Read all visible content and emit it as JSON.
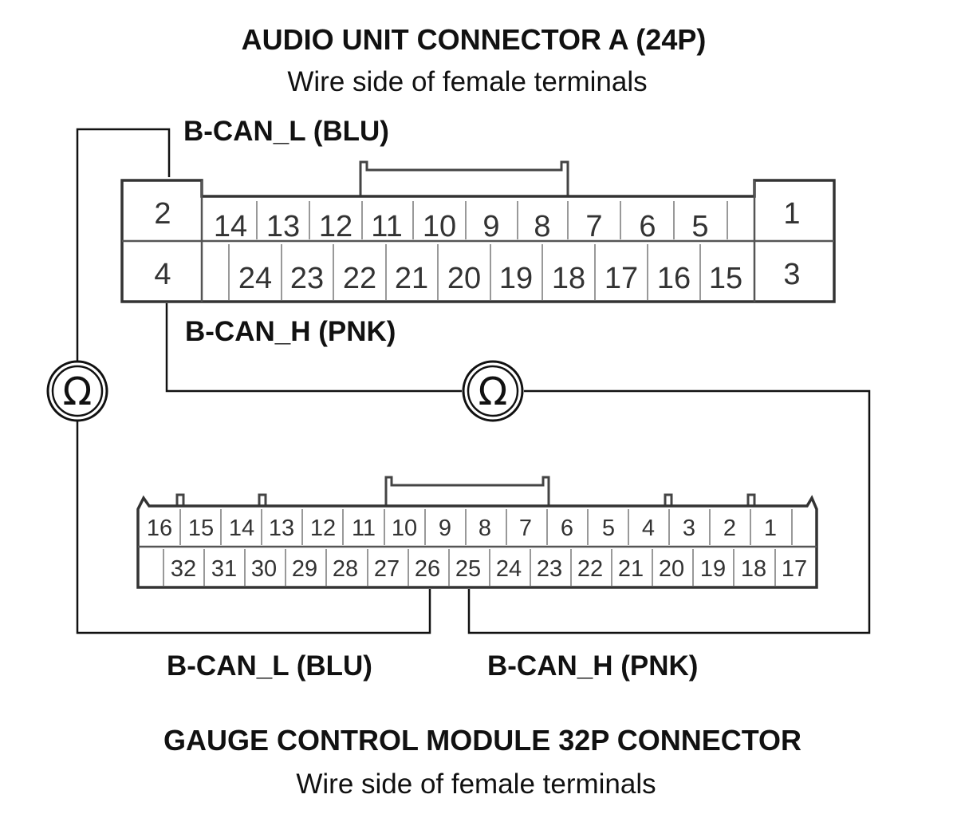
{
  "audio_connector": {
    "title": "AUDIO UNIT CONNECTOR A (24P)",
    "subtitle": "Wire side of female terminals",
    "label_low": "B-CAN_L (BLU)",
    "label_high": "B-CAN_H (PNK)",
    "pins_top": [
      "14",
      "13",
      "12",
      "11",
      "10",
      "9",
      "8",
      "7",
      "6",
      "5"
    ],
    "pins_bottom": [
      "24",
      "23",
      "22",
      "21",
      "20",
      "19",
      "18",
      "17",
      "16",
      "15"
    ],
    "pin_2": "2",
    "pin_4": "4",
    "pin_1": "1",
    "pin_3": "3"
  },
  "gauge_connector": {
    "title": "GAUGE CONTROL MODULE 32P CONNECTOR",
    "subtitle": "Wire side of female terminals",
    "label_low": "B-CAN_L (BLU)",
    "label_high": "B-CAN_H (PNK)",
    "pins_top": [
      "16",
      "15",
      "14",
      "13",
      "12",
      "11",
      "10",
      "9",
      "8",
      "7",
      "6",
      "5",
      "4",
      "3",
      "2",
      "1"
    ],
    "pins_bottom": [
      "32",
      "31",
      "30",
      "29",
      "28",
      "27",
      "26",
      "25",
      "24",
      "23",
      "22",
      "21",
      "20",
      "19",
      "18",
      "17"
    ]
  },
  "meters": [
    {
      "symbol": "Ω"
    },
    {
      "symbol": "Ω"
    }
  ]
}
